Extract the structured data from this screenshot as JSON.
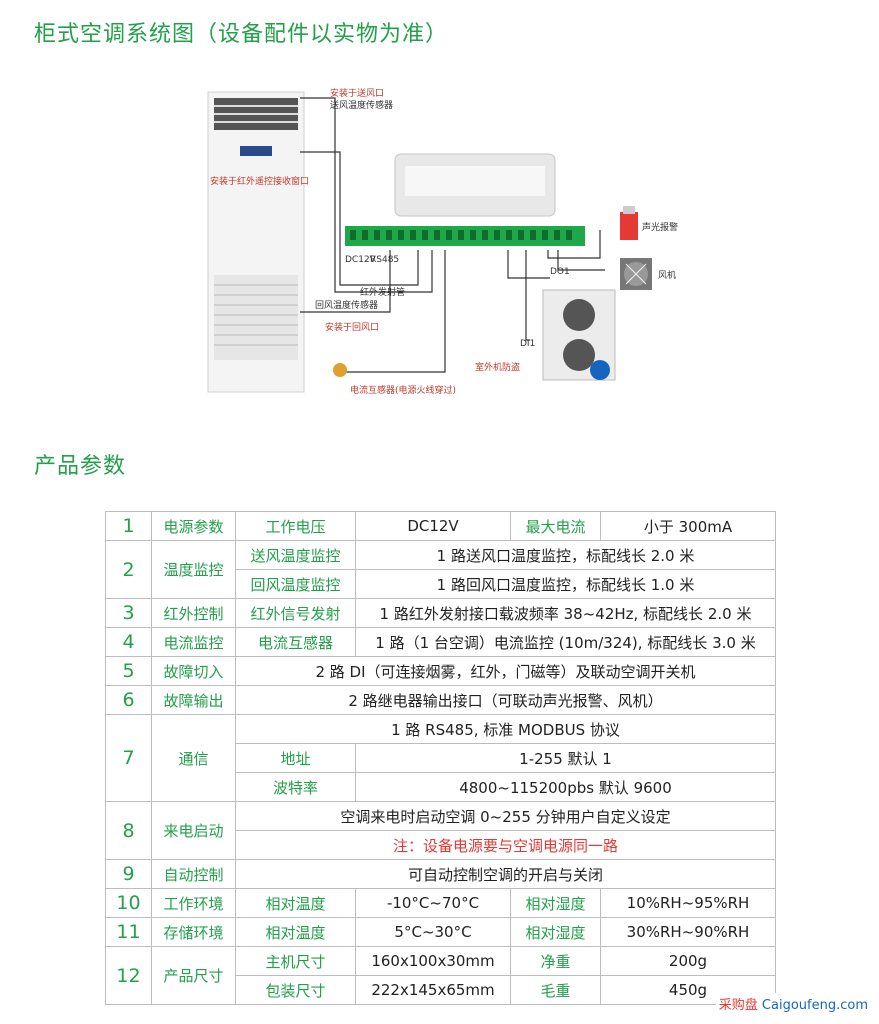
{
  "page": {
    "title": "柜式空调系统图（设备配件以实物为准）",
    "section_title": "产品参数"
  },
  "diagram": {
    "labels": {
      "supply_outlet": "安装于送风口",
      "supply_sensor": "送风温度传感器",
      "ir_window": "安装于红外遥控接收窗口",
      "ir_emitter": "红外发射管",
      "return_sensor": "回风温度传感器",
      "return_outlet": "安装于回风口",
      "ct": "电流互感器(电源火线穿过)",
      "alarm": "声光报警",
      "fan": "风机",
      "outdoor": "室外机防盗",
      "do1": "DO1",
      "di1": "DI1",
      "power": "DC12V",
      "rs485": "RS485"
    }
  },
  "spec": {
    "rows": [
      {
        "no": "1",
        "cat": "电源参数",
        "item": "工作电压",
        "val": "DC12V",
        "item2": "最大电流",
        "val2": "小于 300mA"
      },
      {
        "no": "2",
        "cat": "温度监控",
        "sub": [
          {
            "item": "送风温度监控",
            "val": "1 路送风口温度监控，标配线长 2.0 米"
          },
          {
            "item": "回风温度监控",
            "val": "1 路回风口温度监控，标配线长 1.0 米"
          }
        ]
      },
      {
        "no": "3",
        "cat": "红外控制",
        "item": "红外信号发射",
        "val": "1 路红外发射接口载波频率 38~42Hz, 标配线长 2.0 米"
      },
      {
        "no": "4",
        "cat": "电流监控",
        "item": "电流互感器",
        "val": "1 路（1 台空调）电流监控 (10m/324), 标配线长 3.0 米"
      },
      {
        "no": "5",
        "cat": "故障切入",
        "val": "2 路 DI（可连接烟雾，红外，门磁等）及联动空调开关机"
      },
      {
        "no": "6",
        "cat": "故障输出",
        "val": "2 路继电器输出接口（可联动声光报警、风机）"
      },
      {
        "no": "7",
        "cat": "通信",
        "top": "1 路 RS485, 标准 MODBUS 协议",
        "sub": [
          {
            "item": "地址",
            "val": "1-255 默认 1"
          },
          {
            "item": "波特率",
            "val": "4800~115200pbs 默认 9600"
          }
        ]
      },
      {
        "no": "8",
        "cat": "来电启动",
        "val": "空调来电时启动空调 0~255 分钟用户自定义设定",
        "note": "注：设备电源要与空调电源同一路"
      },
      {
        "no": "9",
        "cat": "自动控制",
        "val": "可自动控制空调的开启与关闭"
      },
      {
        "no": "10",
        "cat": "工作环境",
        "item": "相对温度",
        "val": "-10°C~70°C",
        "item2": "相对湿度",
        "val2": "10%RH~95%RH"
      },
      {
        "no": "11",
        "cat": "存储环境",
        "item": "相对温度",
        "val": "5°C~30°C",
        "item2": "相对湿度",
        "val2": "30%RH~90%RH"
      },
      {
        "no": "12",
        "cat": "产品尺寸",
        "sub": [
          {
            "item": "主机尺寸",
            "val": "160x100x30mm",
            "item2": "净重",
            "val2": "200g"
          },
          {
            "item": "包装尺寸",
            "val": "222x145x65mm",
            "item2": "毛重",
            "val2": "450g"
          }
        ]
      }
    ]
  },
  "watermark": {
    "brand": "采购盘",
    "site": "Caigoufeng.com"
  }
}
